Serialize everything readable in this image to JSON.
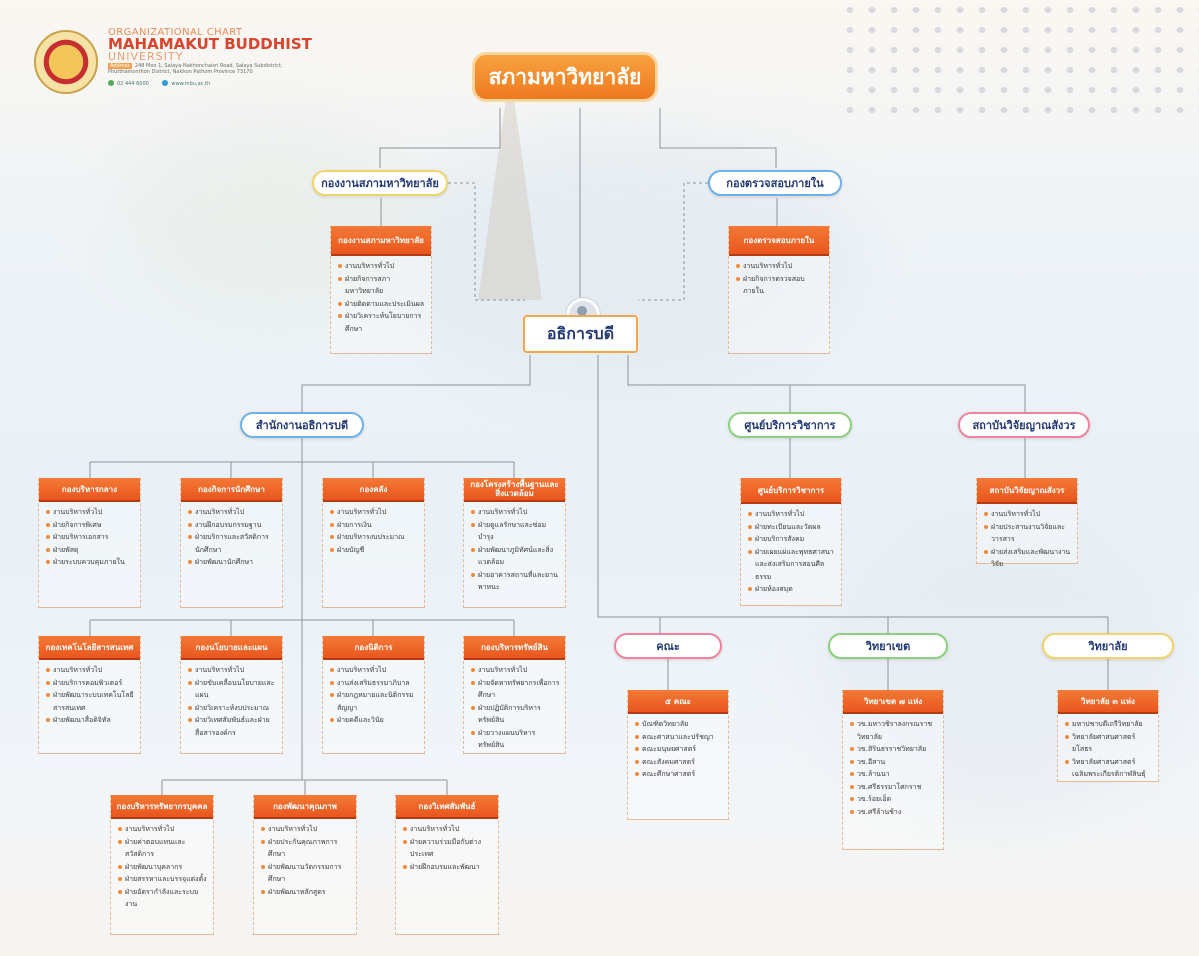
{
  "header": {
    "chart_label": "ORGANIZATIONAL CHART",
    "university_line1": "MAHAMAKUT BUDDHIST",
    "university_line2": "UNIVERSITY",
    "address_tag": "Address",
    "address": "248 Moo 1, Salaya-Nakhonchaisri Road, Salaya Subdistrict, Phutthamonthon District, Nakhon Pathom Province 73170",
    "phone": "02 444 6000",
    "web": "www.mbu.ac.th"
  },
  "top": {
    "council": "สภามหาวิทยาลัย"
  },
  "council_office": {
    "pill": "กองงานสภามหาวิทยาลัย",
    "title": "กองงานสภามหาวิทยาลัย",
    "items": [
      "งานบริหารทั่วไป",
      "ฝ่ายกิจการสภามหาวิทยาลัย",
      "ฝ่ายติดตามและประเมินผล",
      "ฝ่ายวิเคราะห์นโยบายการศึกษา"
    ]
  },
  "audit": {
    "pill": "กองตรวจสอบภายใน",
    "title": "กองตรวจสอบภายใน",
    "items": [
      "งานบริหารทั่วไป",
      "ฝ่ายกิจการตรวจสอบภายใน"
    ]
  },
  "president": {
    "label": "อธิการบดี"
  },
  "president_office": {
    "pill": "สำนักงานอธิการบดี",
    "row1": [
      {
        "title": "กองบริหารกลาง",
        "items": [
          "งานบริหารทั่วไป",
          "ฝ่ายกิจการพิเศษ",
          "ฝ่ายบริหารเอกสาร",
          "ฝ่ายพัสดุ",
          "ฝ่ายระบบควบคุมภายใน"
        ]
      },
      {
        "title": "กองกิจการนักศึกษา",
        "items": [
          "งานบริหารทั่วไป",
          "งานฝึกอบรมกรรมฐาน",
          "ฝ่ายบริการและสวัสดิการนักศึกษา",
          "ฝ่ายพัฒนานักศึกษา"
        ]
      },
      {
        "title": "กองคลัง",
        "items": [
          "งานบริหารทั่วไป",
          "ฝ่ายการเงิน",
          "ฝ่ายบริหารงบประมาณ",
          "ฝ่ายบัญชี"
        ]
      },
      {
        "title": "กองโครงสร้างพื้นฐานและสิ่งแวดล้อม",
        "items": [
          "งานบริหารทั่วไป",
          "ฝ่ายดูแลรักษาและซ่อมบำรุง",
          "ฝ่ายพัฒนาภูมิทัศน์และสิ่งแวดล้อม",
          "ฝ่ายอาคารสถานที่และยานพาหนะ"
        ]
      }
    ],
    "row2": [
      {
        "title": "กองเทคโนโลยีสารสนเทศ",
        "items": [
          "งานบริหารทั่วไป",
          "ฝ่ายบริการคอมพิวเตอร์",
          "ฝ่ายพัฒนาระบบเทคโนโลยีสารสนเทศ",
          "ฝ่ายพัฒนาสื่อดิจิทัล"
        ]
      },
      {
        "title": "กองนโยบายและแผน",
        "items": [
          "งานบริหารทั่วไป",
          "ฝ่ายขับเคลื่อนนโยบายและแผน",
          "ฝ่ายวิเคราะห์งบประมาณ",
          "ฝ่ายวิเทศสัมพันธ์และฝ่ายสื่อสารองค์กร"
        ]
      },
      {
        "title": "กองนิติการ",
        "items": [
          "งานบริหารทั่วไป",
          "งานส่งเสริมธรรมาภิบาล",
          "ฝ่ายกฎหมายและนิติกรรมสัญญา",
          "ฝ่ายคดีและวินัย"
        ]
      },
      {
        "title": "กองบริหารทรัพย์สิน",
        "items": [
          "งานบริหารทั่วไป",
          "ฝ่ายจัดหาทรัพยากรเพื่อการศึกษา",
          "ฝ่ายปฏิบัติการบริหารทรัพย์สิน",
          "ฝ่ายวางแผนบริหารทรัพย์สิน"
        ]
      }
    ],
    "row3": [
      {
        "title": "กองบริหารทรัพยากรบุคคล",
        "items": [
          "งานบริหารทั่วไป",
          "ฝ่ายค่าตอบแทนและสวัสดิการ",
          "ฝ่ายพัฒนาบุคลากร",
          "ฝ่ายสรรหาและบรรจุแต่งตั้ง",
          "ฝ่ายอัตรากำลังและระบบงาน"
        ]
      },
      {
        "title": "กองพัฒนาคุณภาพ",
        "items": [
          "งานบริหารทั่วไป",
          "ฝ่ายประกันคุณภาพการศึกษา",
          "ฝ่ายพัฒนานวัตกรรมการศึกษา",
          "ฝ่ายพัฒนาหลักสูตร"
        ]
      },
      {
        "title": "กองวิเทศสัมพันธ์",
        "items": [
          "งานบริหารทั่วไป",
          "ฝ่ายความร่วมมือกับต่างประเทศ",
          "ฝ่ายฝึกอบรมและพัฒนา"
        ]
      }
    ]
  },
  "academic_center": {
    "pill": "ศูนย์บริการวิชาการ",
    "title": "ศูนย์บริการวิชาการ",
    "items": [
      "งานบริหารทั่วไป",
      "ฝ่ายทะเบียนและวัดผล",
      "ฝ่ายบริการสังคม",
      "ฝ่ายเผยแผ่และพุทธศาสนาและส่งเสริมการสอนศีลธรรม",
      "ฝ่ายห้องสมุด"
    ]
  },
  "research_institute": {
    "pill": "สถาบันวิจัยญาณสังวร",
    "title": "สถาบันวิจัยญาณสังวร",
    "items": [
      "งานบริหารทั่วไป",
      "ฝ่ายประสานงานวิจัยและวารสาร",
      "ฝ่ายส่งเสริมและพัฒนางานวิจัย"
    ]
  },
  "faculties": {
    "pill": "คณะ",
    "title": "๕ คณะ",
    "items": [
      "บัณฑิตวิทยาลัย",
      "คณะศาสนาและปรัชญา",
      "คณะมนุษยศาสตร์",
      "คณะสังคมศาสตร์",
      "คณะศึกษาศาสตร์"
    ]
  },
  "campuses": {
    "pill": "วิทยาเขต",
    "title": "วิทยาเขต ๗ แห่ง",
    "items": [
      "วข.มหาวชิราลงกรณราชวิทยาลัย",
      "วข.สิรินธรราชวิทยาลัย",
      "วข.อีสาน",
      "วข.ล้านนา",
      "วข.ศรีธรรมาโศกราช",
      "วข.ร้อยเอ็ด",
      "วข.ศรีล้านช้าง"
    ]
  },
  "colleges": {
    "pill": "วิทยาลัย",
    "title": "วิทยาลัย ๓ แห่ง",
    "items": [
      "มหาปชาบดีเถรีวิทยาลัย",
      "วิทยาลัยศาสนศาสตร์ยโสธร",
      "วิทยาลัยศาสนศาสตร์เฉลิมพระเกียรติกาฬสินธุ์"
    ]
  }
}
